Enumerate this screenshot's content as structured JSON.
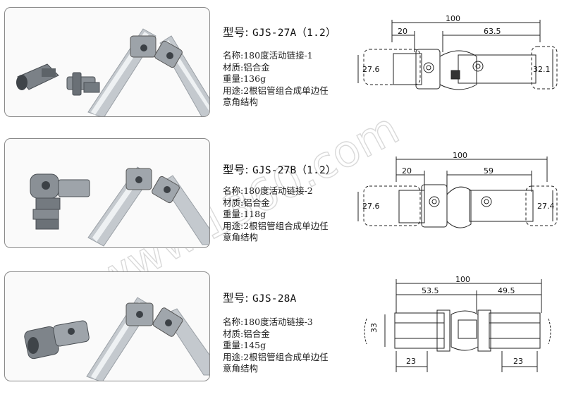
{
  "products": [
    {
      "model_label": "型号:",
      "model_value": "GJS-27A（1.2）",
      "name": "名称:180度活动链接-1",
      "material": "材质:铝合金",
      "weight": "重量:136g",
      "usage": "用途:2根铝管组合成单边任意角结构",
      "dims": {
        "total": "100",
        "left": "20",
        "right": "63.5",
        "left_height": "27.6",
        "right_height": "32.1"
      }
    },
    {
      "model_label": "型号:",
      "model_value": "GJS-27B（1.2）",
      "name": "名称:180度活动链接-2",
      "material": "材质:铝合金",
      "weight": "重量:118g",
      "usage": "用途:2根铝管组合成单边任意角结构",
      "dims": {
        "total": "100",
        "left": "20",
        "right": "59",
        "left_height": "27.6",
        "right_height": "27.4"
      }
    },
    {
      "model_label": "型号:",
      "model_value": "GJS-28A",
      "name": "名称:180度活动链接-3",
      "material": "材质:铝合金",
      "weight": "重量:145g",
      "usage": "用途:2根铝管组合成单边任意角结构",
      "dims": {
        "total": "100",
        "left": "53.5",
        "right": "49.5",
        "height": "33",
        "bottom_left": "23",
        "bottom_right": "23"
      }
    }
  ],
  "watermark": "www.1360.com",
  "colors": {
    "tube": "#c9cdd1",
    "tube_dark": "#8e9399",
    "fitting": "#6f757b",
    "border": "#8a8a8a"
  }
}
